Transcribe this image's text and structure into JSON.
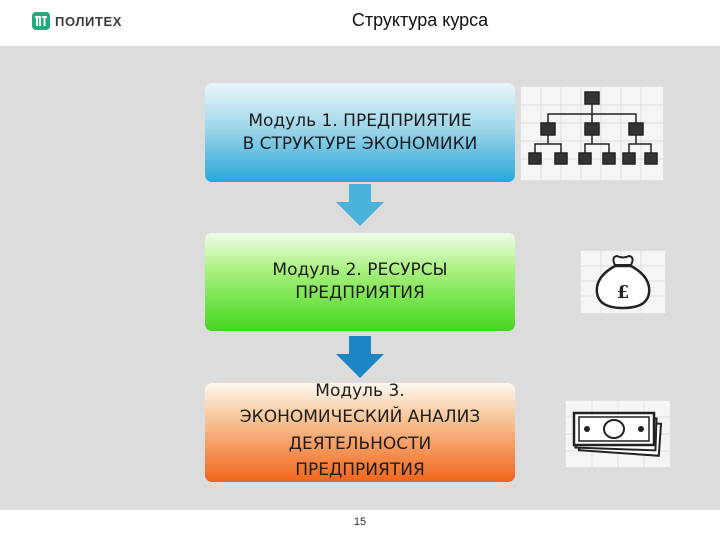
{
  "header": {
    "logo_text": "ПОЛИТЕХ",
    "logo_icon": "politeh-logo-icon",
    "title": "Структура курса"
  },
  "modules": [
    {
      "lines": [
        "Модуль 1. ПРЕДПРИЯТИЕ",
        "В СТРУКТУРЕ ЭКОНОМИКИ"
      ],
      "color": "#29a7d8",
      "illustration": "org-chart-icon"
    },
    {
      "lines": [
        "Модуль 2.  РЕСУРСЫ",
        "ПРЕДПРИЯТИЯ"
      ],
      "color": "#43d61e",
      "illustration": "money-bag-icon"
    },
    {
      "lines": [
        "Модуль 3.",
        "ЭКОНОМИЧЕСКИЙ АНАЛИЗ",
        "ДЕЯТЕЛЬНОСТИ",
        "ПРЕДПРИЯТИЯ"
      ],
      "color": "#f26418",
      "illustration": "cash-stack-icon"
    }
  ],
  "arrows": {
    "color_1": "#4ab3dc",
    "color_2": "#1a86c4",
    "icon": "arrow-down-icon"
  },
  "footer": {
    "page_number": "15"
  }
}
